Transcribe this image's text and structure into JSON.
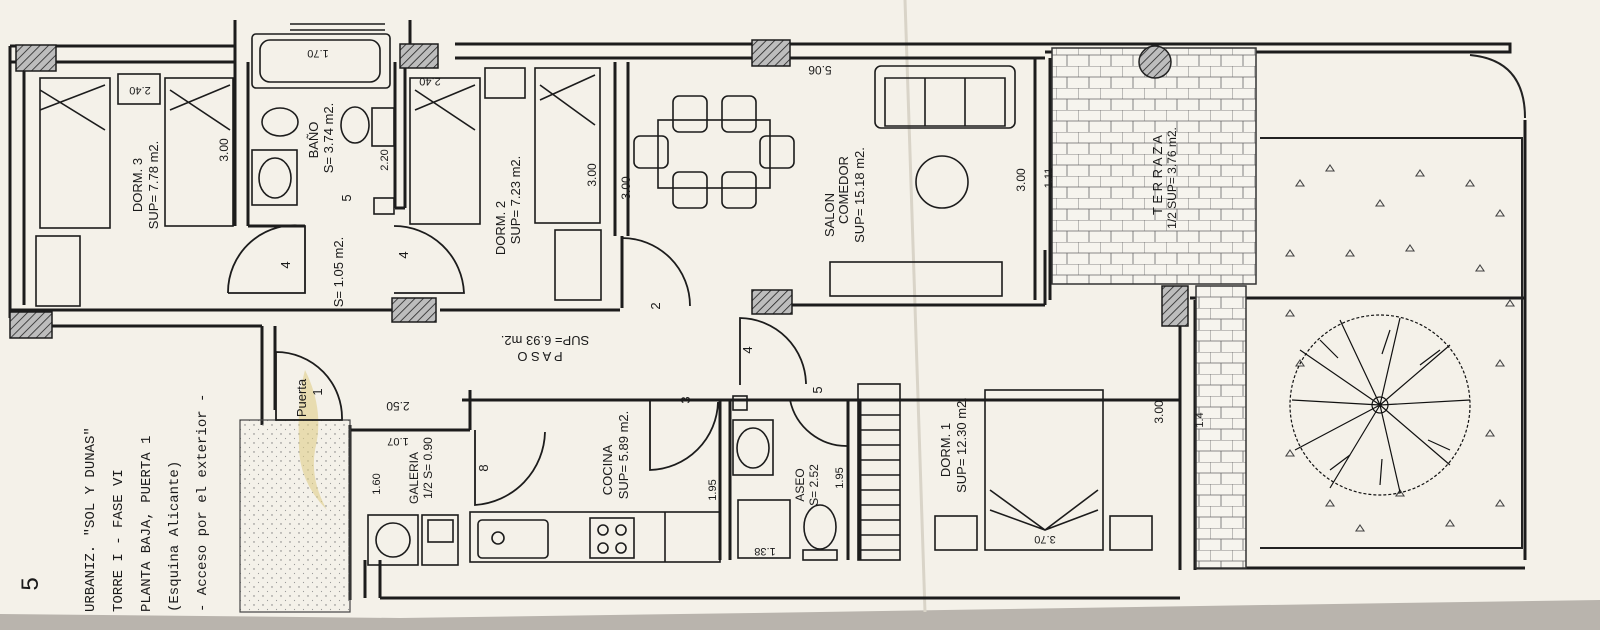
{
  "page": {
    "number": "5"
  },
  "title_block": {
    "line1": "URBANIZ. \"SOL Y DUNAS\"",
    "line2": "TORRE I - FASE VI",
    "line3": "PLANTA BAJA, PUERTA 1",
    "line4": "(Esquina Alicante)",
    "line5": "- Acceso por el exterior -"
  },
  "rooms": {
    "dorm3": {
      "name": "DORM. 3",
      "area": "SUP= 7.78 m2.",
      "dim": "3.00",
      "closet": "2.40"
    },
    "bano": {
      "name": "BAÑO",
      "area": "S= 3.74 m2.",
      "dim_bath": "1.70",
      "dim": "2.20"
    },
    "dorm2": {
      "name": "DORM. 2",
      "area": "SUP= 7.23 m2.",
      "dim": "3.00",
      "closet": "2.40"
    },
    "salon": {
      "name1": "SALON",
      "name2": "COMEDOR",
      "area": "SUP= 15.18 m2.",
      "dim_top": "5.06",
      "dim_left": "3.00",
      "dim_right": "3.00"
    },
    "terraza": {
      "name": "T E R R A Z A",
      "area": "1/2 SUP= 3.76 m2.",
      "dim": "1.11"
    },
    "distribuidor": {
      "area": "S= 1.05 m2.",
      "door_num": "5",
      "door_a": "4",
      "door_b": "4"
    },
    "paso": {
      "name": "P A S O",
      "area": "SUP= 6.93 m2.",
      "door_a": "2",
      "door_b": "4",
      "door_c": "3"
    },
    "puerta": {
      "line1": "Puerta",
      "line2": "1"
    },
    "galeria": {
      "name": "GALERIA",
      "area": "1/2 S= 0.90",
      "dim_a": "1.07",
      "dim_b": "1.60",
      "door_num": "8"
    },
    "cocina": {
      "name": "COCINA",
      "area": "SUP= 5.89 m2.",
      "dim": "1.95"
    },
    "aseo": {
      "name": "ASEO",
      "area": "S= 2.52",
      "dim_a": "1.38",
      "dim_b": "1.95",
      "door_num": "5"
    },
    "dorm1": {
      "name": "DORM. 1",
      "area": "SUP= 12.30 m2.",
      "dim_bed": "3.70",
      "dim": "3.00",
      "dim_side": "1.4"
    },
    "hall": {
      "dim": "2.50"
    }
  }
}
